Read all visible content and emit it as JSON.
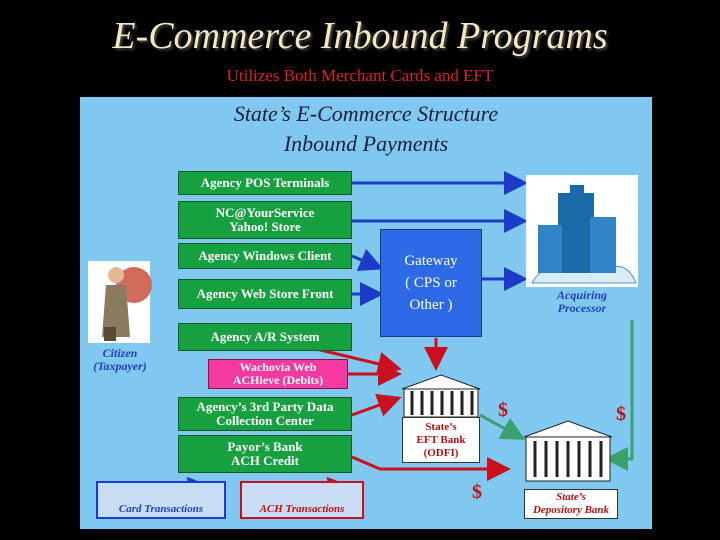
{
  "title": "E-Commerce Inbound Programs",
  "subtitle": "Utilizes Both Merchant Cards and EFT",
  "panel": {
    "title_line1": "State’s E-Commerce Structure",
    "title_line2": "Inbound Payments"
  },
  "boxes": {
    "pos": "Agency POS Terminals",
    "nc": "NC@YourService\nYahoo! Store",
    "windows": "Agency Windows Client",
    "webstore": "Agency Web Store Front",
    "ar": "Agency A/R System",
    "wachovia": "Wachovia Web\nACHieve (Debits)",
    "thirdparty": "Agency’s 3rd Party Data\nCollection Center",
    "payorsbank": "Payor’s Bank\nACH Credit"
  },
  "gateway": {
    "line1": "Gateway",
    "line2": "( CPS or",
    "line3": "Other )"
  },
  "citizen": {
    "line1": "Citizen",
    "line2": "(Taxpayer)"
  },
  "acquiring": "Acquiring\nProcessor",
  "eft_bank": "State’s\nEFT Bank\n(ODFI)",
  "depository": "State’s\nDepository Bank",
  "dollar_sign": "$",
  "legend": {
    "card": "Card Transactions",
    "ach": "ACH Transactions"
  },
  "colors": {
    "card_arrow": "#1a3cc8",
    "ach_arrow": "#c8101e",
    "settlement_arrow": "#3aa070",
    "green_box": "#16a040",
    "gateway": "#2e6ae6"
  }
}
